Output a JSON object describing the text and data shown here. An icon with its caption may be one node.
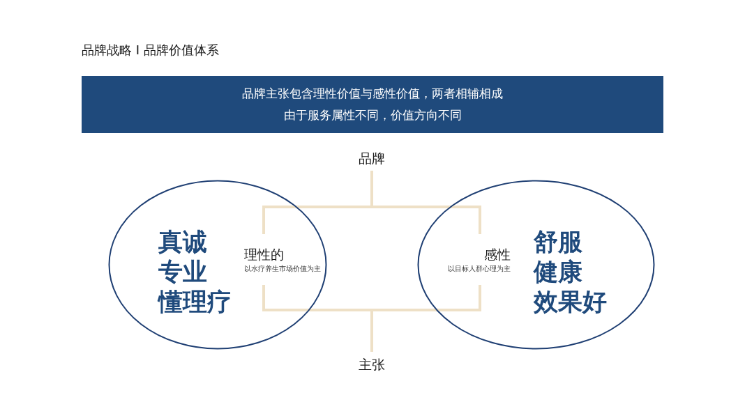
{
  "diagram": {
    "title": "品牌战略 I 品牌价值体系",
    "nodes": [
      {
        "text": [
          "品牌主张包含理性价值与感性价值，两者相辅相成",
          "由于服务属性不同，价值方向不同"
        ]
      },
      {
        "text": [
          "品牌"
        ]
      },
      {
        "text": [
          "主张"
        ]
      },
      {
        "text": [
          "真诚",
          "专业",
          "懂理疗"
        ]
      },
      {
        "text": [
          "理性的",
          "以水疗养生市场价值为主"
        ],
        "in": 3
      },
      {
        "text": [
          "舒服",
          "健康",
          "效果好"
        ]
      },
      {
        "text": [
          "感性",
          "以目标人群心理为主"
        ],
        "in": 5
      }
    ],
    "edges": [
      {
        "from": 1,
        "to": 4,
        "arrow": "none"
      },
      {
        "from": 1,
        "to": 6,
        "arrow": "none"
      },
      {
        "from": 4,
        "to": 2,
        "arrow": "none"
      },
      {
        "from": 6,
        "to": 2,
        "arrow": "none"
      }
    ]
  }
}
